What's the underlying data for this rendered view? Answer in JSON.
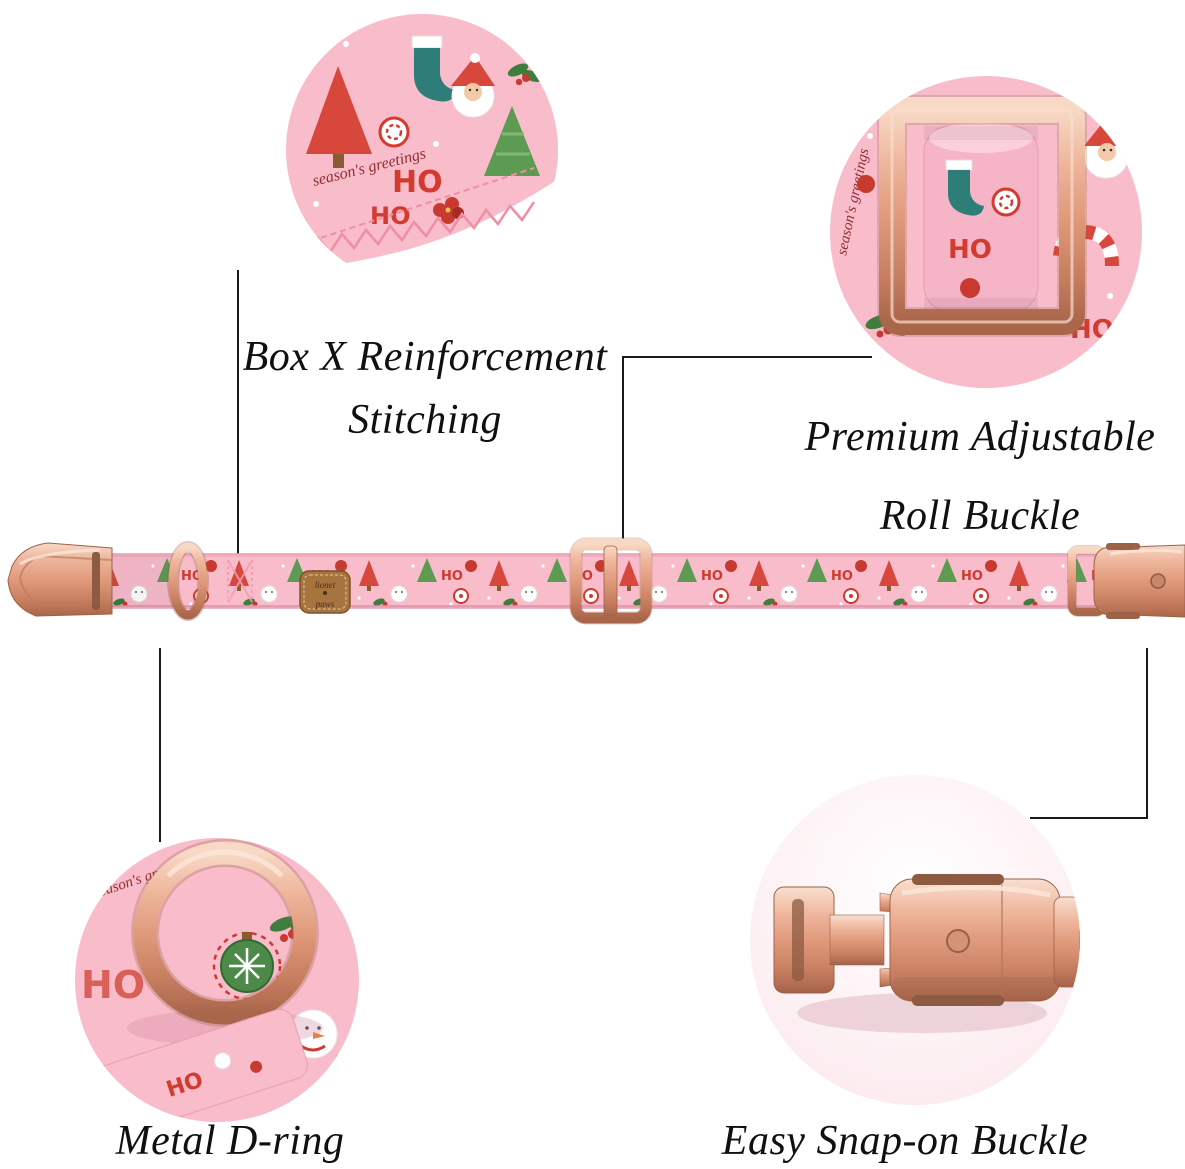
{
  "page": {
    "background": "#ffffff"
  },
  "callouts": {
    "stitching": {
      "line1": "Box X Reinforcement",
      "line2": "Stitching"
    },
    "roll_buckle": {
      "line1": "Premium Adjustable",
      "line2": "Roll Buckle"
    },
    "d_ring": {
      "label": "Metal D-ring"
    },
    "snap_buckle": {
      "label": "Easy Snap-on Buckle"
    }
  },
  "collar": {
    "brand_tag": {
      "line1": "lionet",
      "line2": "paws"
    },
    "motifs": {
      "ho": "HO",
      "greeting": "season's greetings"
    },
    "colors": {
      "fabric_pink": "#f8bccb",
      "rose_gold": "#e09a7c",
      "tree_red": "#d8473b",
      "tree_green": "#5e9b52",
      "accent_red": "#cf3a30",
      "leather_tan": "#a6743e",
      "stocking_teal": "#2e7d78"
    }
  }
}
